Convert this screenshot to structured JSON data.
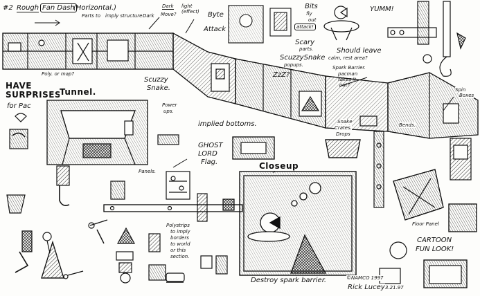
{
  "notes": {
    "n2": "#2",
    "rough": "Rough",
    "fan_dash": "Fan Dash",
    "horizontal": "(Horizontal.)",
    "parts_imply": "Parts to",
    "parts_imply2": "imply structure",
    "dark": "Dark",
    "move": "Move?",
    "dark2": "Dark",
    "light": "light",
    "effect": "(effect)",
    "byte": "Byte",
    "attack": "Attack",
    "bits": "Bits",
    "fly": "fly",
    "out": "out",
    "attack2": "attack!",
    "yumm": "YUMM!",
    "scary": "Scary",
    "parts": "parts.",
    "should_leave": "Should leave",
    "calm_rest": "calm, rest area?",
    "poly_or_map": "Poly. or map?",
    "scuzzy_snake": "ScuzzySnake",
    "popups": "popups.",
    "spark_barrier": "Spark Barrier.",
    "pacman_takes": "pacman",
    "takes_it": "takes it",
    "out2": "out?",
    "zz": "ZzZ?",
    "have": "HAVE",
    "surprises": "SURPRISES",
    "for_pac": "for Pac",
    "tunnel": "Tunnel.",
    "scuzzy": "Scuzzy",
    "snake": "Snake.",
    "power": "Power",
    "ups": "ups.",
    "implied_bottoms": "implied bottoms.",
    "snake_crates": "Snake",
    "crates": "Crates.",
    "drops": "Drops",
    "bends": "Bends.",
    "spin": "Spin",
    "boxes": "Boxes",
    "ghost": "GHOST",
    "lord": "LORD",
    "flag": "Flag.",
    "closeup": "Closeup",
    "panels": "Panels.",
    "floor_panel": "Floor Panel",
    "polystrips1": "Polystrips",
    "polystrips2": "to imply",
    "polystrips3": "borders",
    "polystrips4": "to world",
    "polystrips5": "or this",
    "polystrips6": "section.",
    "cartoon": "CARTOON",
    "fun_look": "FUN LOOK!",
    "destroy": "Destroy spark barrier.",
    "copyright": "©NAMCO 1997",
    "signature": "Rick Lucey",
    "date": "3.21.97"
  }
}
